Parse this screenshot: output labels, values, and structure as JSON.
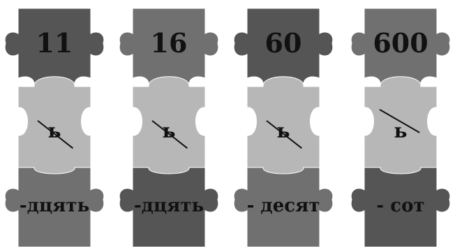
{
  "colors": {
    "dark": "#555555",
    "medium": "#707070",
    "light": "#b7b7b7",
    "text": "#111111"
  },
  "columns": [
    {
      "number": "11",
      "soft_sign": "ь",
      "suffix": "-дцять",
      "top_color": "dark",
      "bottom_color": "medium"
    },
    {
      "number": "16",
      "soft_sign": "ь",
      "suffix": "-дцять",
      "top_color": "medium",
      "bottom_color": "dark"
    },
    {
      "number": "60",
      "soft_sign": "ь",
      "suffix": "- десят",
      "top_color": "dark",
      "bottom_color": "medium"
    },
    {
      "number": "600",
      "soft_sign": "ь",
      "suffix": "- сот",
      "top_color": "medium",
      "bottom_color": "dark"
    }
  ]
}
